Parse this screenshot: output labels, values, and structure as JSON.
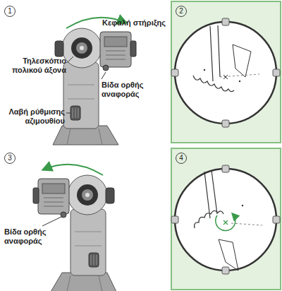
{
  "diagram": {
    "labels": [
      "1",
      "Κεφαλή στήριξης",
      "Τηλεσκόπιο πολικού άξονα",
      "Βίδα ορθής αναφοράς",
      "Λαβή ρύθμισης αζιμουθίου",
      "2",
      "3",
      "Βίδα ορθής αναφοράς",
      "4"
    ]
  }
}
